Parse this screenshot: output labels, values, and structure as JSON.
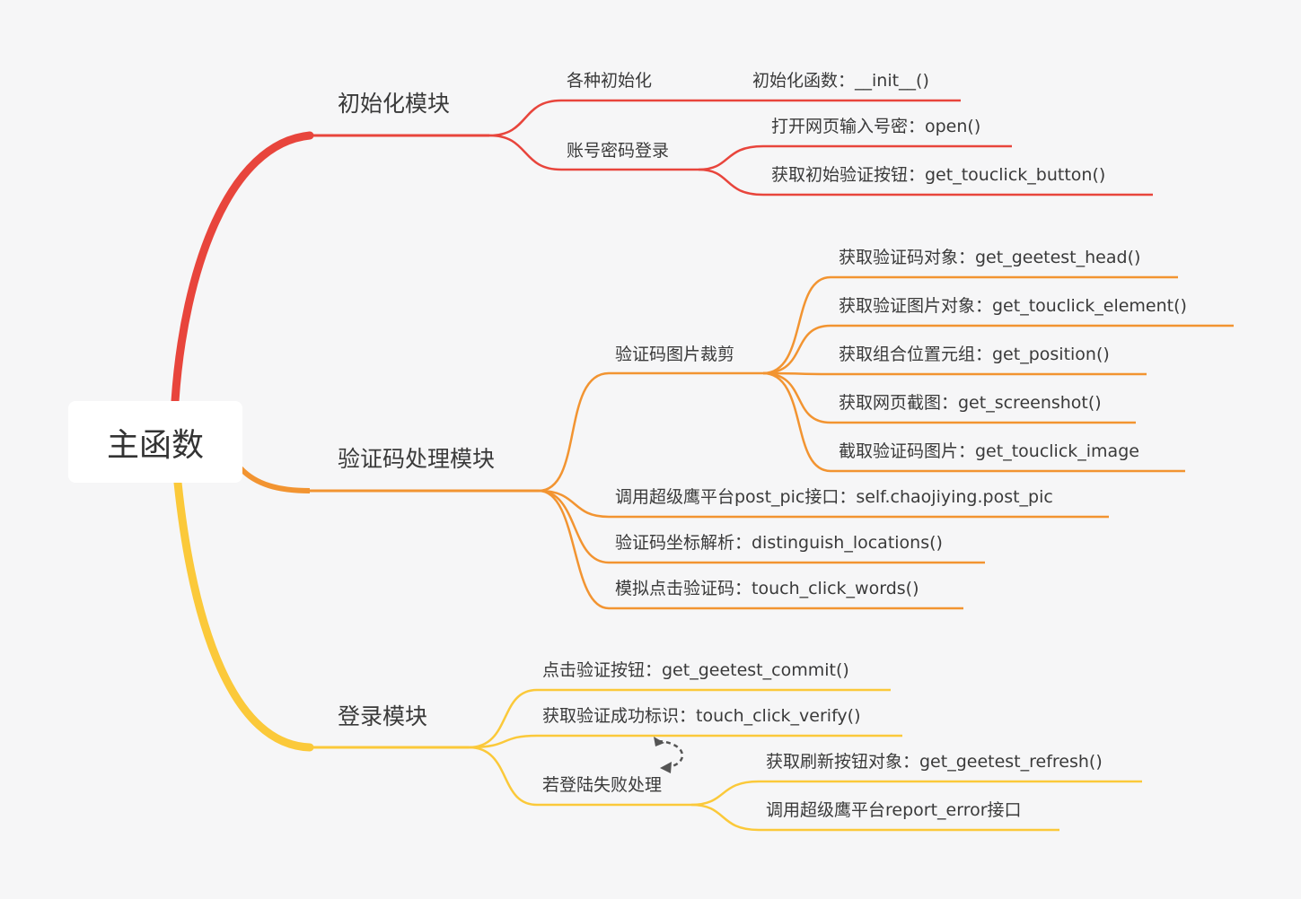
{
  "root": "主函数",
  "branches": {
    "init": {
      "label": "初始化模块",
      "color": "#e8453c",
      "children": [
        {
          "label": "各种初始化",
          "leaf": "初始化函数：__init__()"
        },
        {
          "label": "账号密码登录",
          "leaves": [
            "打开网页输入号密：open()",
            "获取初始验证按钮：get_touclick_button()"
          ]
        }
      ]
    },
    "captcha": {
      "label": "验证码处理模块",
      "color": "#f29431",
      "children": [
        {
          "label": "验证码图片裁剪",
          "leaves": [
            "获取验证码对象：get_geetest_head()",
            "获取验证图片对象：get_touclick_element()",
            "获取组合位置元组：get_position()",
            "获取网页截图：get_screenshot()",
            "截取验证码图片：get_touclick_image"
          ]
        },
        {
          "label": "调用超级鹰平台post_pic接口：self.chaojiying.post_pic"
        },
        {
          "label": "验证码坐标解析：distinguish_locations()"
        },
        {
          "label": "模拟点击验证码：touch_click_words()"
        }
      ]
    },
    "login": {
      "label": "登录模块",
      "color": "#fbc93a",
      "children": [
        {
          "label": "点击验证按钮：get_geetest_commit()"
        },
        {
          "label": "获取验证成功标识：touch_click_verify()"
        },
        {
          "label": "若登陆失败处理",
          "leaves": [
            "获取刷新按钮对象：get_geetest_refresh()",
            "调用超级鹰平台report_error接口"
          ]
        }
      ]
    }
  }
}
